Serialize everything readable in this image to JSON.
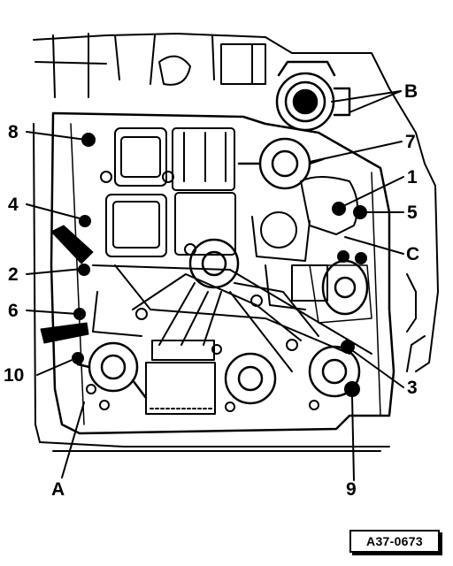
{
  "callouts": {
    "one": "1",
    "two": "2",
    "three": "3",
    "four": "4",
    "five": "5",
    "six": "6",
    "seven": "7",
    "eight": "8",
    "nine": "9",
    "ten": "10",
    "a": "A",
    "b": "B",
    "c": "C"
  },
  "figure_ref": "A37-0673",
  "colors": {
    "ink": "#000000",
    "paper": "#ffffff"
  }
}
